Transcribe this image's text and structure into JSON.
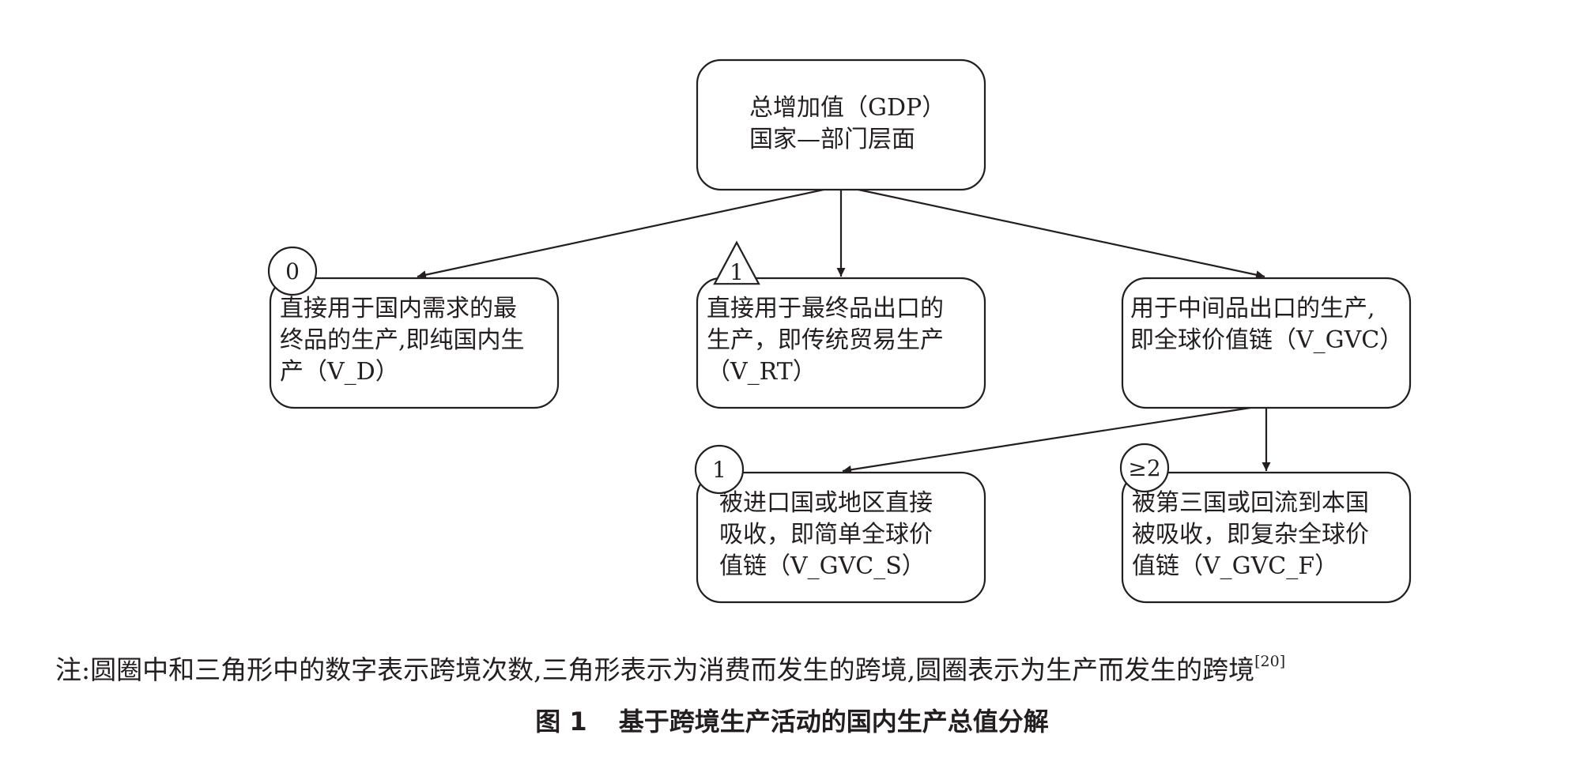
{
  "diagram": {
    "nodes": [
      {
        "id": "gdp",
        "lines": [
          "总增加值（GDP）",
          "国家—部门层面"
        ]
      },
      {
        "id": "vd",
        "lines": [
          "直接用于国内需求的最",
          "终品的生产,即纯国内生",
          "产（V_D）"
        ]
      },
      {
        "id": "vrt",
        "lines": [
          "直接用于最终品出口的",
          "生产，即传统贸易生产",
          "（V_RT）"
        ]
      },
      {
        "id": "vgvc",
        "lines": [
          "用于中间品出口的生产,",
          "即全球价值链（V_GVC）"
        ]
      },
      {
        "id": "vgvcs",
        "lines": [
          "被进口国或地区直接",
          "吸收，即简单全球价",
          "值链（V_GVC_S）"
        ]
      },
      {
        "id": "vgvcf",
        "lines": [
          "被第三国或回流到本国",
          "被吸收，即复杂全球价",
          "值链（V_GVC_F）"
        ]
      }
    ],
    "edges": [
      {
        "from": "gdp",
        "to": "vd"
      },
      {
        "from": "gdp",
        "to": "vrt"
      },
      {
        "from": "gdp",
        "to": "vgvc"
      },
      {
        "from": "vgvc",
        "to": "vgvcs"
      },
      {
        "from": "vgvc",
        "to": "vgvcf"
      }
    ],
    "badges": [
      {
        "node": "vd",
        "shape": "circle",
        "label": "0"
      },
      {
        "node": "vrt",
        "shape": "triangle",
        "label": "1"
      },
      {
        "node": "vgvcs",
        "shape": "circle",
        "label": "1"
      },
      {
        "node": "vgvcf",
        "shape": "circle",
        "label": "≥2"
      }
    ]
  },
  "note": {
    "text": "注:圆圈中和三角形中的数字表示跨境次数,三角形表示为消费而发生的跨境,圆圈表示为生产而发生的跨境",
    "reference": "[20]"
  },
  "caption": {
    "number": "图 1",
    "title": "基于跨境生产活动的国内生产总值分解"
  }
}
